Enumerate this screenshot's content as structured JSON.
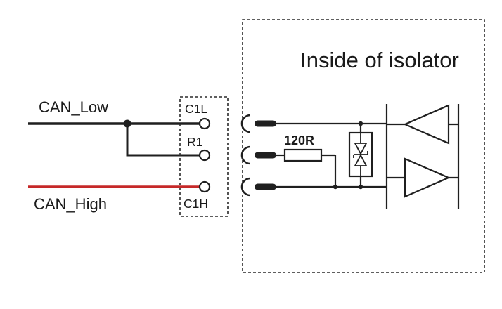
{
  "diagram": {
    "title": "Inside of isolator",
    "signals": {
      "can_low": "CAN_Low",
      "can_high": "CAN_High"
    },
    "terminals": {
      "c1l": "C1L",
      "r1": "R1",
      "c1h": "C1H"
    },
    "components": {
      "termination_resistor": "120R"
    },
    "colors": {
      "wire_black": "#1f1f1f",
      "can_high_wire": "#c62828",
      "boundary": "#2a2a2a"
    }
  }
}
